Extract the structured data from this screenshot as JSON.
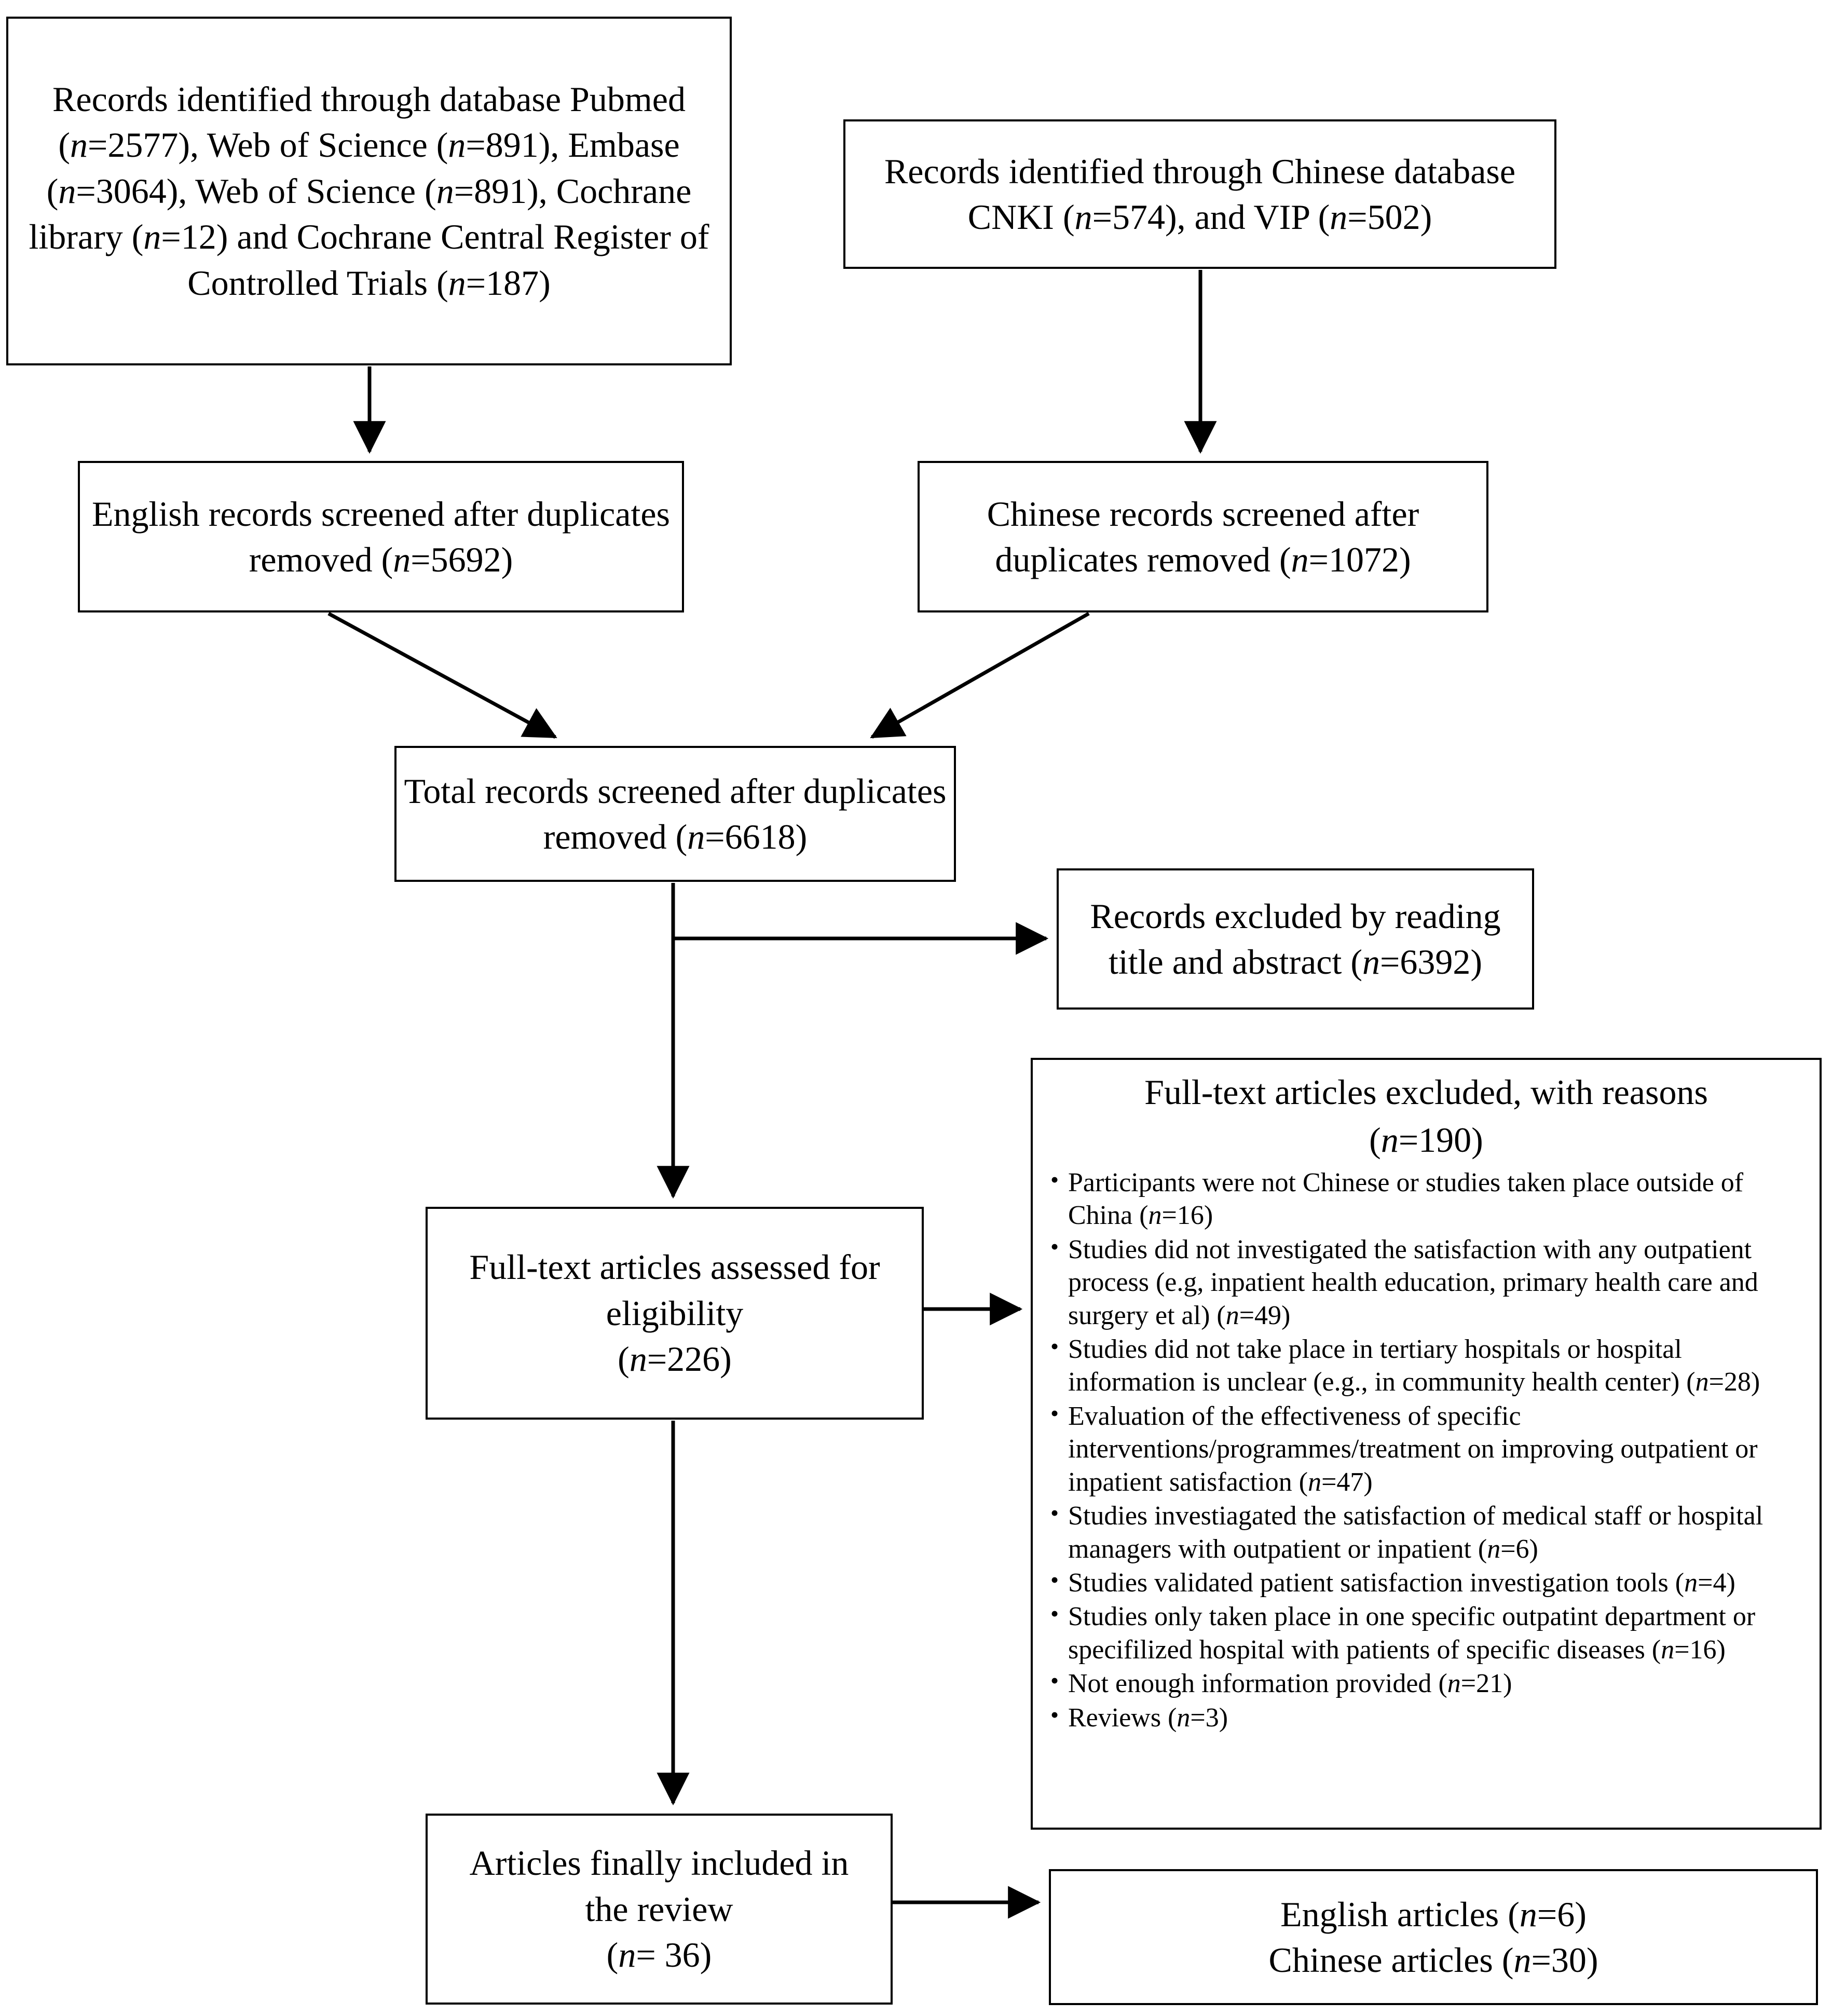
{
  "diagram": {
    "type": "prisma-flow-diagram",
    "nodes": {
      "db_english": "Records identified through database Pubmed (n=2577), Web of Science (n=891), Embase (n=3064), Web of Science (n=891), Cochrane library (n=12) and Cochrane Central Register of Controlled Trials (n=187)",
      "db_chinese": "Records identified through Chinese database CNKI (n=574), and VIP (n=502)",
      "screened_english": "English records screened after duplicates removed (n=5692)",
      "screened_chinese": "Chinese records screened after duplicates removed (n=1072)",
      "total_screened": "Total records screened after duplicates removed (n=6618)",
      "excluded_title_abstract": "Records excluded by reading title and abstract (n=6392)",
      "excluded_fulltext_title": "Full-text articles excluded, with reasons",
      "excluded_fulltext_count": "(n=190)",
      "eligibility_line1": "Full-text articles assessed for",
      "eligibility_line2": "eligibility",
      "eligibility_line3": "(n=226)",
      "included_line1": "Articles finally included in",
      "included_line2": "the review",
      "included_line3": "(n= 36)",
      "language_split_line1": "English articles (n=6)",
      "language_split_line2": "Chinese articles (n=30)"
    },
    "exclusion_reasons": [
      "Participants were not Chinese or studies taken place outside of China (n=16)",
      "Studies did not investigated the satisfaction with any outpatient process (e.g, inpatient health education, primary health care and surgery et al) (n=49)",
      "Studies did not take place in tertiary hospitals or hospital information is unclear (e.g., in community health center) (n=28)",
      "Evaluation of the effectiveness of specific interventions/programmes/treatment on improving outpatient or inpatient satisfaction (n=47)",
      "Studies investiagated the satisfaction of medical staff or hospital managers with outpatient or inpatient (n=6)",
      "Studies validated patient satisfaction investigation tools (n=4)",
      "Studies only taken place in one specific outpatint department or specifilized hospital with patients of specific diseases (n=16)",
      "Not enough information provided (n=21)",
      "Reviews (n=3)"
    ],
    "counts": {
      "pubmed": 2577,
      "web_of_science": 891,
      "embase": 3064,
      "web_of_science_2": 891,
      "cochrane_library": 12,
      "cochrane_central_register": 187,
      "cnki": 574,
      "vip": 502,
      "english_after_duplicates": 5692,
      "chinese_after_duplicates": 1072,
      "total_after_duplicates": 6618,
      "excluded_title_abstract": 6392,
      "fulltext_assessed": 226,
      "fulltext_excluded": 190,
      "included": 36,
      "english_included": 6,
      "chinese_included": 30
    },
    "colors": {
      "border": "#000000",
      "background": "#ffffff",
      "text": "#000000"
    }
  }
}
